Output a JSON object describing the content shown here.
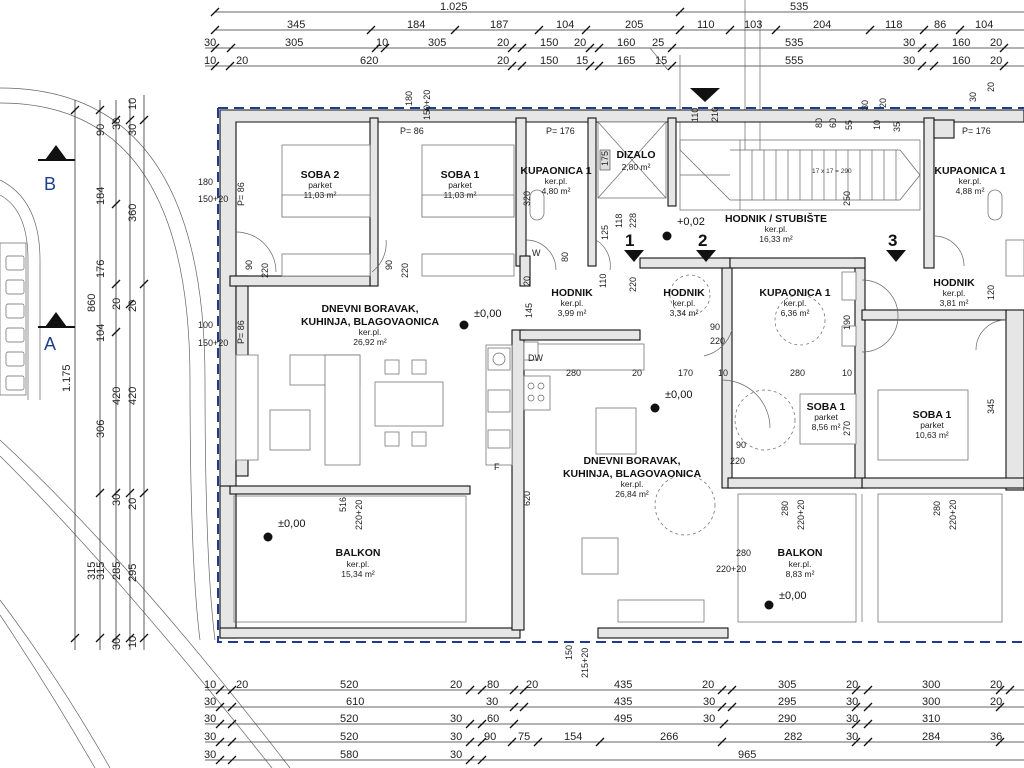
{
  "drawing": {
    "accent_color": "#1d3c8f",
    "wall_color": "#e6e6e6",
    "section_marks": {
      "a": "A",
      "b": "B"
    },
    "axis_marks": [
      "1",
      "2",
      "3"
    ]
  },
  "rooms": [
    {
      "id": "soba2",
      "name": "SOBA 2",
      "floor": "parket",
      "area": "11,03 m²"
    },
    {
      "id": "soba1a",
      "name": "SOBA 1",
      "floor": "parket",
      "area": "11,03 m²"
    },
    {
      "id": "kupaonica1a",
      "name": "KUPAONICA 1",
      "floor": "ker.pl.",
      "area": "4,80 m²"
    },
    {
      "id": "dizalo",
      "name": "DIZALO",
      "floor": "",
      "area": "2,80 m²"
    },
    {
      "id": "hodnik_stubiste",
      "name": "HODNIK / STUBIŠTE",
      "floor": "ker.pl.",
      "area": "16,33 m²"
    },
    {
      "id": "kupaonica1b",
      "name": "KUPAONICA 1",
      "floor": "ker.pl.",
      "area": "4,88 m²"
    },
    {
      "id": "dnevni1",
      "name1": "DNEVNI BORAVAK,",
      "name2": "KUHINJA, BLAGOVAONICA",
      "floor": "ker.pl.",
      "area": "26,92 m²"
    },
    {
      "id": "hodnik_a",
      "name": "HODNIK",
      "floor": "ker.pl.",
      "area": "3,99 m²"
    },
    {
      "id": "hodnik_b",
      "name": "HODNIK",
      "floor": "ker.pl.",
      "area": "3,34 m²"
    },
    {
      "id": "kupaonica1c",
      "name": "KUPAONICA 1",
      "floor": "ker.pl.",
      "area": "6,36 m²"
    },
    {
      "id": "hodnik_c",
      "name": "HODNIK",
      "floor": "ker.pl.",
      "area": "3,81 m²"
    },
    {
      "id": "soba1b",
      "name": "SOBA 1",
      "floor": "parket",
      "area": "8,56 m²"
    },
    {
      "id": "soba1c",
      "name": "SOBA 1",
      "floor": "parket",
      "area": "10,63 m²"
    },
    {
      "id": "dnevni2",
      "name1": "DNEVNI BORAVAK,",
      "name2": "KUHINJA, BLAGOVAONICA",
      "floor": "ker.pl.",
      "area": "26,84 m²"
    },
    {
      "id": "balkon1",
      "name": "BALKON",
      "floor": "ker.pl.",
      "area": "15,34 m²"
    },
    {
      "id": "balkon2",
      "name": "BALKON",
      "floor": "ker.pl.",
      "area": "8,83 m²"
    }
  ],
  "levels": [
    "±0,00",
    "+0,02",
    "±0,00",
    "±0,00",
    "±0,00"
  ],
  "top_dims": {
    "row1": [
      "1.025",
      "535"
    ],
    "row2": [
      "345",
      "184",
      "187",
      "104",
      "205",
      "110",
      "103",
      "204",
      "118",
      "86",
      "104"
    ],
    "row3": [
      "30",
      "305",
      "10",
      "305",
      "20",
      "150",
      "20",
      "160",
      "25",
      "535",
      "30",
      "160",
      "20"
    ],
    "row4": [
      "10",
      "20",
      "620",
      "20",
      "150",
      "15",
      "165",
      "15",
      "555",
      "30",
      "160",
      "20"
    ]
  },
  "bottom_dims": {
    "row1": [
      "10",
      "20",
      "520",
      "20",
      "80",
      "20",
      "435",
      "20",
      "305",
      "20",
      "300",
      "20"
    ],
    "row2": [
      "30",
      "610",
      "30",
      "435",
      "30",
      "295",
      "30",
      "300",
      "20"
    ],
    "row3": [
      "30",
      "520",
      "30",
      "60",
      "495",
      "30",
      "290",
      "30",
      "310"
    ],
    "row4": [
      "30",
      "520",
      "30",
      "90",
      "75",
      "154",
      "266",
      "282",
      "30",
      "284",
      "36"
    ],
    "row5": [
      "30",
      "580",
      "30",
      "965"
    ]
  },
  "left_dims": {
    "col1": [
      "1.175"
    ],
    "col2": [
      "860",
      "315"
    ],
    "col3": [
      "90",
      "184",
      "176",
      "104",
      "306",
      "315"
    ],
    "col4": [
      "30",
      "20",
      "420",
      "30",
      "285",
      "30"
    ],
    "col5": [
      "10",
      "30",
      "360",
      "20",
      "420",
      "20",
      "295",
      "10"
    ]
  },
  "interior_labels": {
    "p86_a": "P= 86",
    "p86_b": "P= 86",
    "p86_c": "P= 86",
    "p176_a": "P= 176",
    "p176_b": "P= 176",
    "l180": "180",
    "l150_20a": "150+20",
    "l180b": "180",
    "l150_20b": "150+20",
    "l100": "100",
    "l150_20c": "150+20",
    "l90a": "90",
    "l220a": "220",
    "l90b": "90",
    "l220b": "220",
    "l320": "320",
    "l175": "175",
    "l125": "125",
    "l228": "228",
    "l118": "118",
    "l110a": "110",
    "l20a": "20",
    "l80": "80",
    "l220c": "220",
    "l145": "145",
    "l90c": "90",
    "l220d": "220",
    "l280a": "280",
    "l20b": "20",
    "l170": "170",
    "l10a": "10",
    "l280b": "280",
    "l10b": "10",
    "l190": "190",
    "l90d": "90",
    "l220e": "220",
    "l270": "270",
    "l345": "345",
    "l516": "516",
    "l220_20a": "220+20",
    "l620": "620",
    "l280c": "280",
    "l220_20b": "220+20",
    "l280d": "280",
    "l220_20c": "220+20",
    "l280e": "280",
    "l220_20d": "220+20",
    "l150": "150",
    "l215_20": "215+20",
    "l110b": "110",
    "l210": "210",
    "l250": "250",
    "l60": "60",
    "l55": "55",
    "l30": "30",
    "l20c": "20",
    "l10c": "10",
    "l35": "35",
    "l80b": "80",
    "l30b": "30",
    "l120": "120",
    "l20d": "20",
    "dw": "DW",
    "f": "F",
    "w": "W",
    "stair_info": "17 x 17 = 290"
  }
}
